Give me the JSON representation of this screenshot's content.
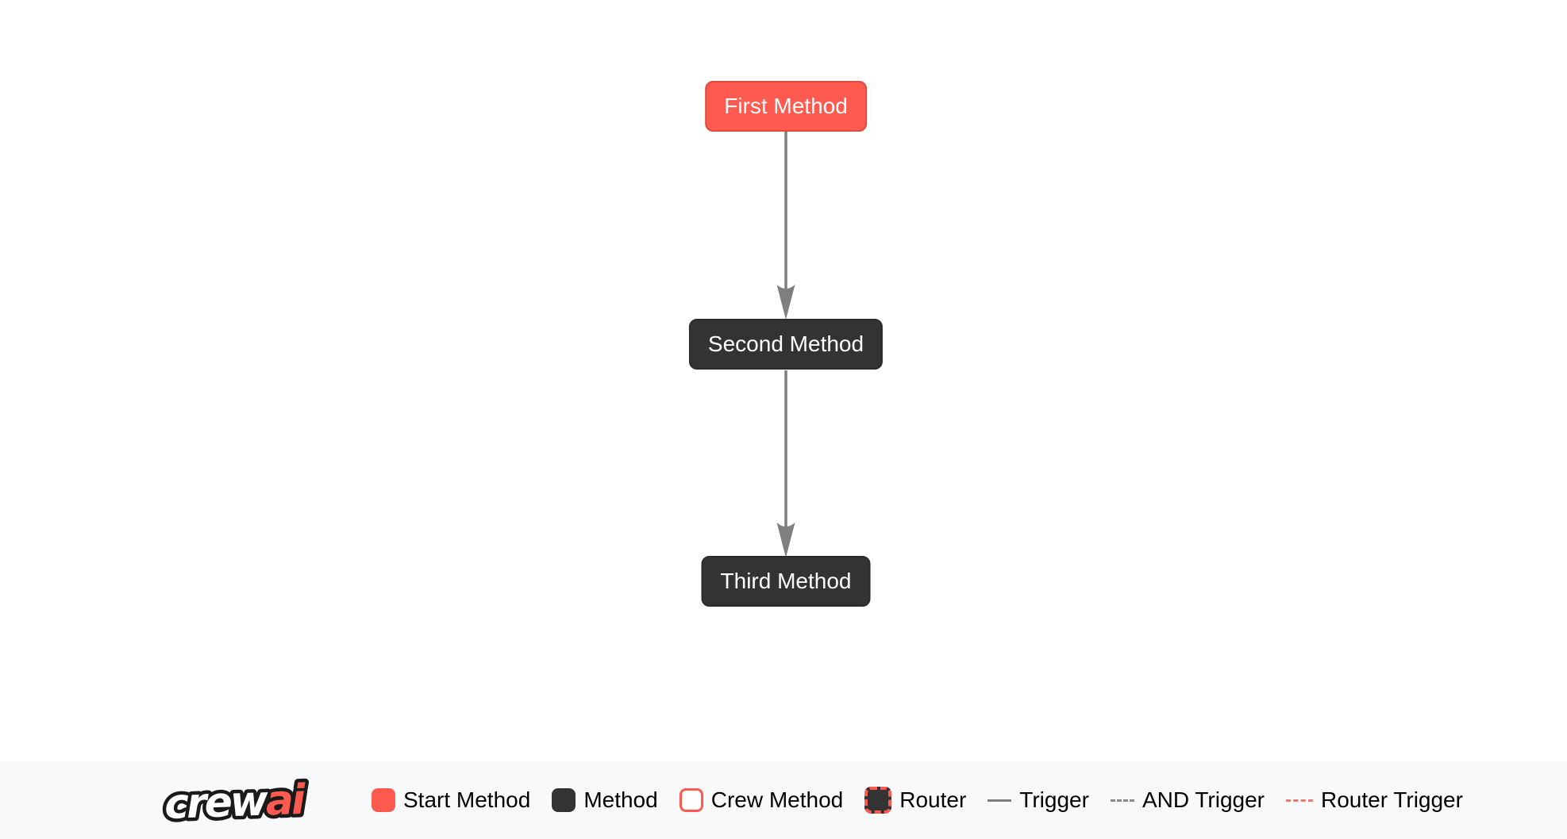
{
  "diagram": {
    "nodes": [
      {
        "label": "First Method",
        "type": "start-method"
      },
      {
        "label": "Second Method",
        "type": "method"
      },
      {
        "label": "Third Method",
        "type": "method"
      }
    ],
    "edges": [
      {
        "from": "First Method",
        "to": "Second Method",
        "type": "trigger"
      },
      {
        "from": "Second Method",
        "to": "Third Method",
        "type": "trigger"
      }
    ]
  },
  "legend": {
    "logo": {
      "part_primary": "crew",
      "part_accent": "ai"
    },
    "items": [
      {
        "label": "Start Method",
        "swatch": "start-method-swatch"
      },
      {
        "label": "Method",
        "swatch": "method-swatch"
      },
      {
        "label": "Crew Method",
        "swatch": "crew-method-swatch"
      },
      {
        "label": "Router",
        "swatch": "router-swatch"
      },
      {
        "label": "Trigger",
        "swatch": "trigger-line"
      },
      {
        "label": "AND Trigger",
        "swatch": "and-trigger-line"
      },
      {
        "label": "Router Trigger",
        "swatch": "router-trigger-line"
      }
    ]
  },
  "colors": {
    "start_method_fill": "#FF5A50",
    "start_method_border": "#E0493F",
    "method_fill": "#333333",
    "method_border": "#2B2B2B",
    "edge": "#7F7F7F",
    "and_trigger_dash": "#8A8A8A",
    "router_trigger_dash": "#F4756B",
    "legend_background": "#F8F9FA",
    "canvas_background": "#FFFFFF",
    "node_text": "#FFFFFF",
    "legend_text": "#000000"
  }
}
